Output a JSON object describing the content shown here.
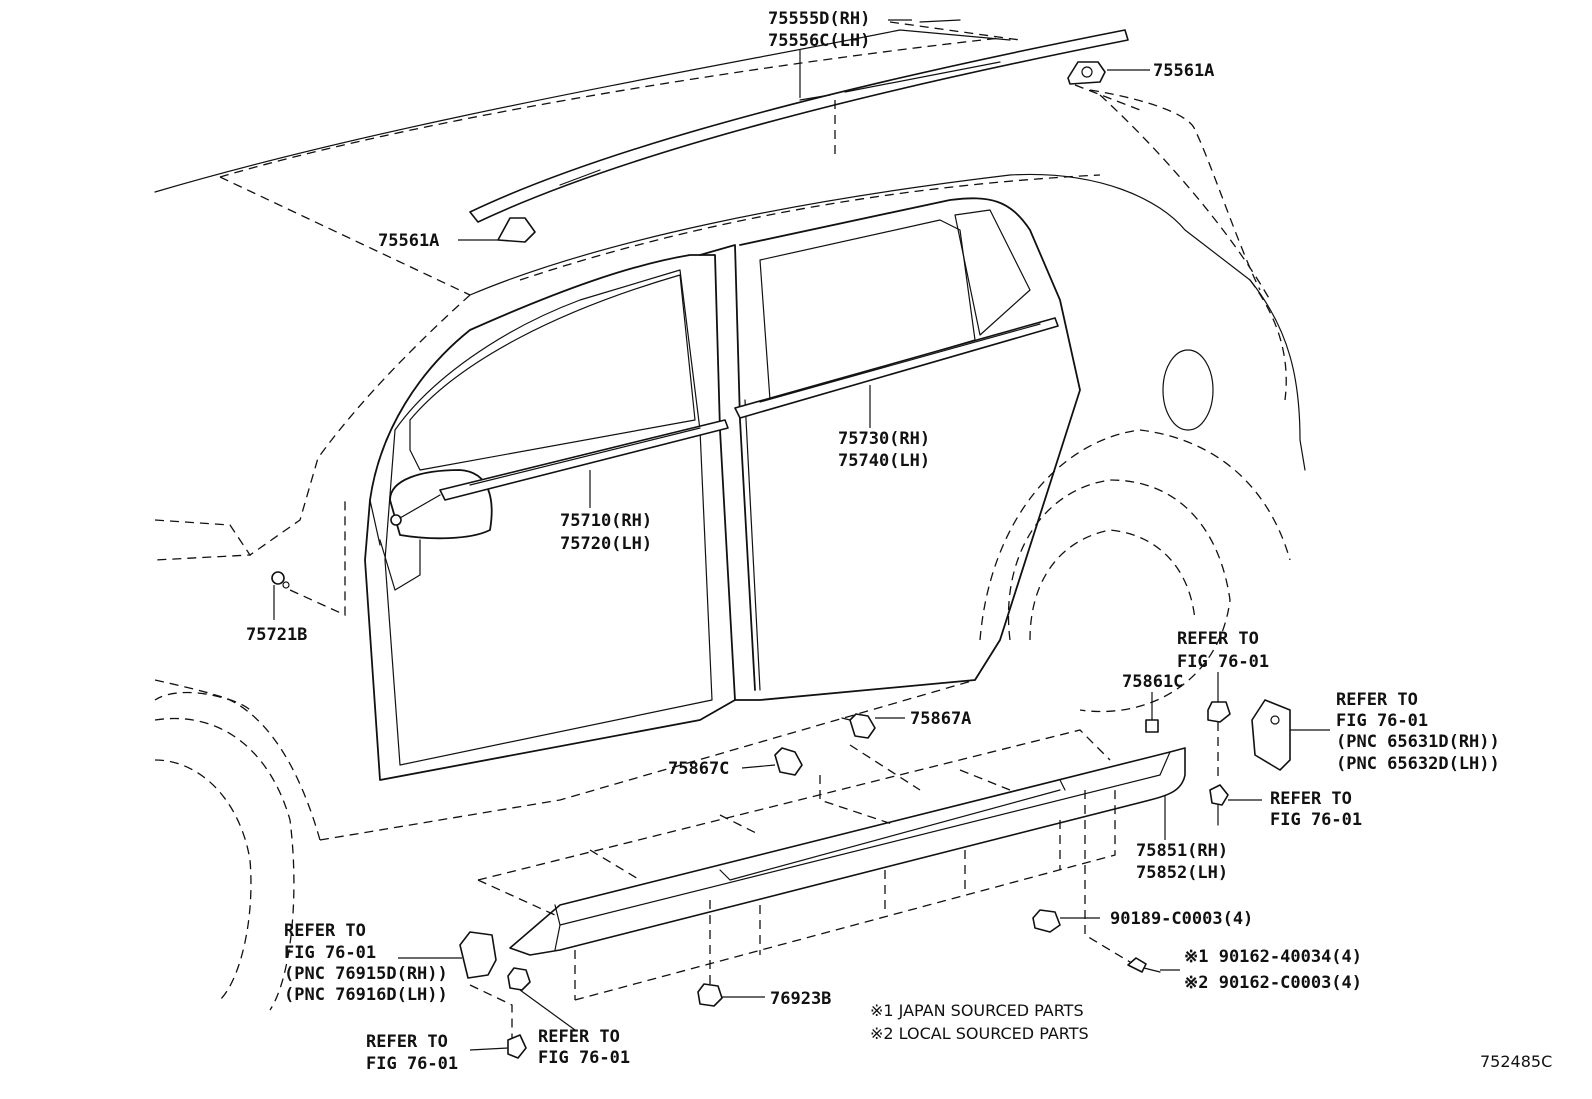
{
  "labels": {
    "roof_rh": "75555D(RH)",
    "roof_lh": "75556C(LH)",
    "clip_rear": "75561A",
    "clip_front": "75561A",
    "front_belt_rh": "75710(RH)",
    "front_belt_lh": "75720(LH)",
    "rear_belt_rh": "75730(RH)",
    "rear_belt_lh": "75740(LH)",
    "clip_mirror": "75721B",
    "refer_top_right_1": "REFER TO",
    "refer_top_right_2": "FIG 76-01",
    "clip_rocker_end": "75861C",
    "clip_rocker_a": "75867A",
    "clip_rocker_c": "75867C",
    "refer_bracket_r_1": "REFER TO",
    "refer_bracket_r_2": "FIG 76-01",
    "pnc_r_rh": "(PNC 65631D(RH))",
    "pnc_r_lh": "(PNC 65632D(LH))",
    "refer_bolt_r_1": "REFER TO",
    "refer_bolt_r_2": "FIG 76-01",
    "rocker_rh": "75851(RH)",
    "rocker_lh": "75852(LH)",
    "clip_90189": "90189-C0003(4)",
    "screw_1": "※1 90162-40034(4)",
    "screw_2": "※2 90162-C0003(4)",
    "refer_bracket_l_1": "REFER TO",
    "refer_bracket_l_2": "FIG 76-01",
    "pnc_l_rh": "(PNC 76915D(RH))",
    "pnc_l_lh": "(PNC 76916D(LH))",
    "refer_bolt_l_1": "REFER TO",
    "refer_bolt_l_2": "FIG 76-01",
    "refer_nut_l_1": "REFER TO",
    "refer_nut_l_2": "FIG 76-01",
    "clip_76923": "76923B",
    "note_1": "※1 JAPAN SOURCED PARTS",
    "note_2": "※2 LOCAL SOURCED PARTS",
    "figure_id": "752485C"
  }
}
